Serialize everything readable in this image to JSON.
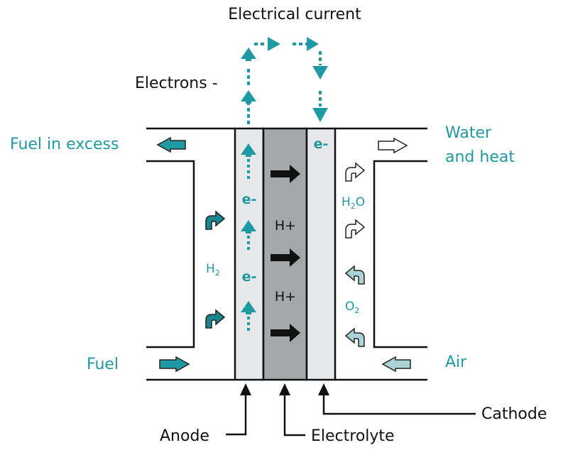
{
  "labels": {
    "electrical_current": "Electrical current",
    "electrons": "Electrons -",
    "fuel_in_excess": "Fuel in excess",
    "water_and_heat_line1": "Water",
    "water_and_heat_line2": "and heat",
    "fuel": "Fuel",
    "air": "Air",
    "anode": "Anode",
    "electrolyte": "Electrolyte",
    "cathode": "Cathode",
    "h2_base": "H",
    "h2_sub": "2",
    "o2_base": "O",
    "o2_sub": "2",
    "h2o_base": "H",
    "h2o_sub": "2",
    "h2o_tail": "O",
    "e_minus": "e-",
    "h_plus": "H+"
  },
  "colors": {
    "teal": "#1f9aa3",
    "teal_dark": "#17868e",
    "light_teal": "#a9d3d6",
    "electrode": "#e6e8ea",
    "electrolyte": "#a5a7aa",
    "line": "#111111"
  }
}
